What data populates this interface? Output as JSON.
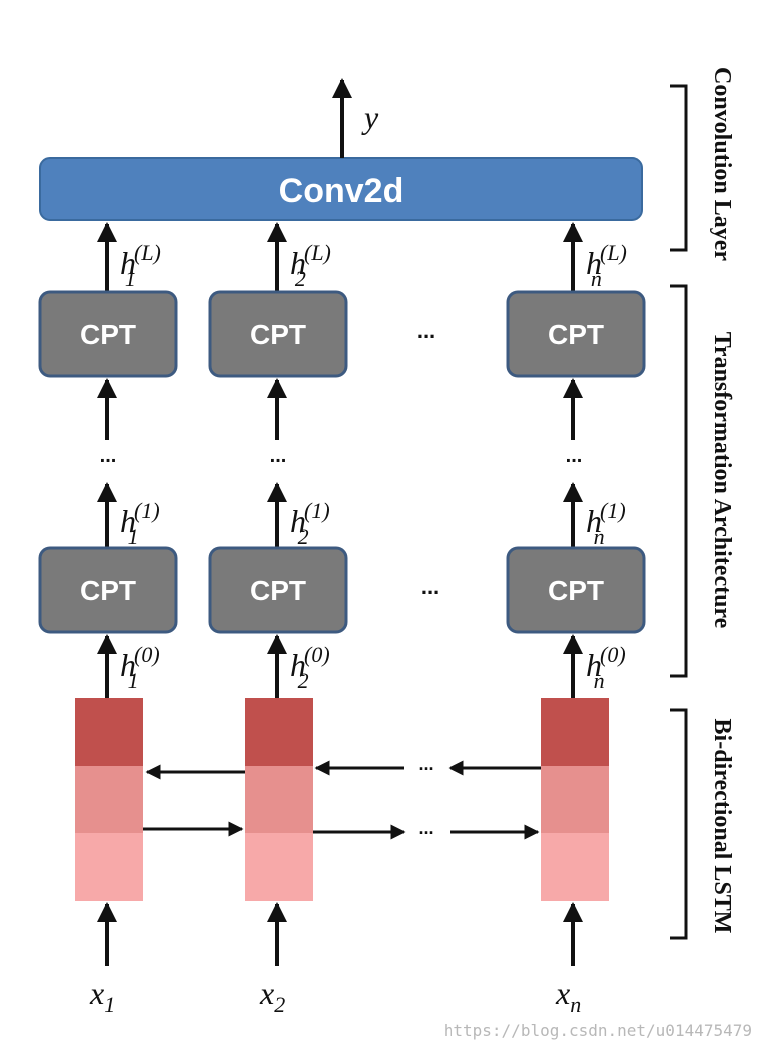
{
  "conv_label": "Conv2d",
  "output_label": "y",
  "cpt_label": "CPT",
  "ellipsis": "...",
  "side_labels": {
    "convolution": "Convolution Layer",
    "transformation": "Transformation Architecture",
    "bilstm": "Bi-directional LSTM"
  },
  "h_var": "h",
  "superscripts": {
    "top": "(L)",
    "middle": "(1)",
    "bottom": "(0)"
  },
  "x_var": "x",
  "subscripts": [
    "1",
    "2",
    "n"
  ],
  "watermark": "https://blog.csdn.net/u014475479",
  "colors": {
    "conv_fill": "#4f81bd",
    "conv_stroke": "#3a6a9e",
    "cpt_fill": "#7a7a7a",
    "cpt_stroke": "#3d5a80",
    "lstm_dark": "#c0504d",
    "lstm_mid": "#e6908e",
    "lstm_light": "#f7a9a9"
  }
}
